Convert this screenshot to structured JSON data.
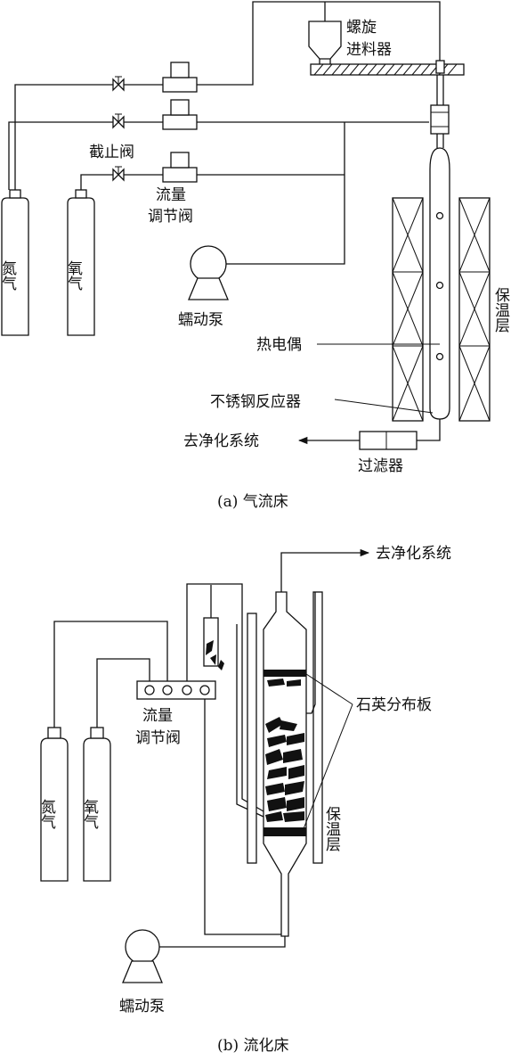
{
  "figure_a": {
    "screw_feeder_line1": "螺旋",
    "screw_feeder_line2": "进料器",
    "stop_valve": "截止阀",
    "flow_valve_line1": "流量",
    "flow_valve_line2": "调节阀",
    "nitrogen": "氮气",
    "oxygen": "氧气",
    "peristaltic_pump": "蠕动泵",
    "insulation_layer": "保温层",
    "thermocouple": "热电偶",
    "reactor": "不锈钢反应器",
    "to_purification": "去净化系统",
    "filter": "过滤器",
    "caption": "(a) 气流床"
  },
  "figure_b": {
    "to_purification": "去净化系统",
    "quartz_plate": "石英分布板",
    "flow_valve_line1": "流量",
    "flow_valve_line2": "调节阀",
    "nitrogen": "氮气",
    "oxygen": "氧气",
    "insulation_layer": "保温层",
    "peristaltic_pump": "蠕动泵",
    "caption": "(b) 流化床"
  }
}
